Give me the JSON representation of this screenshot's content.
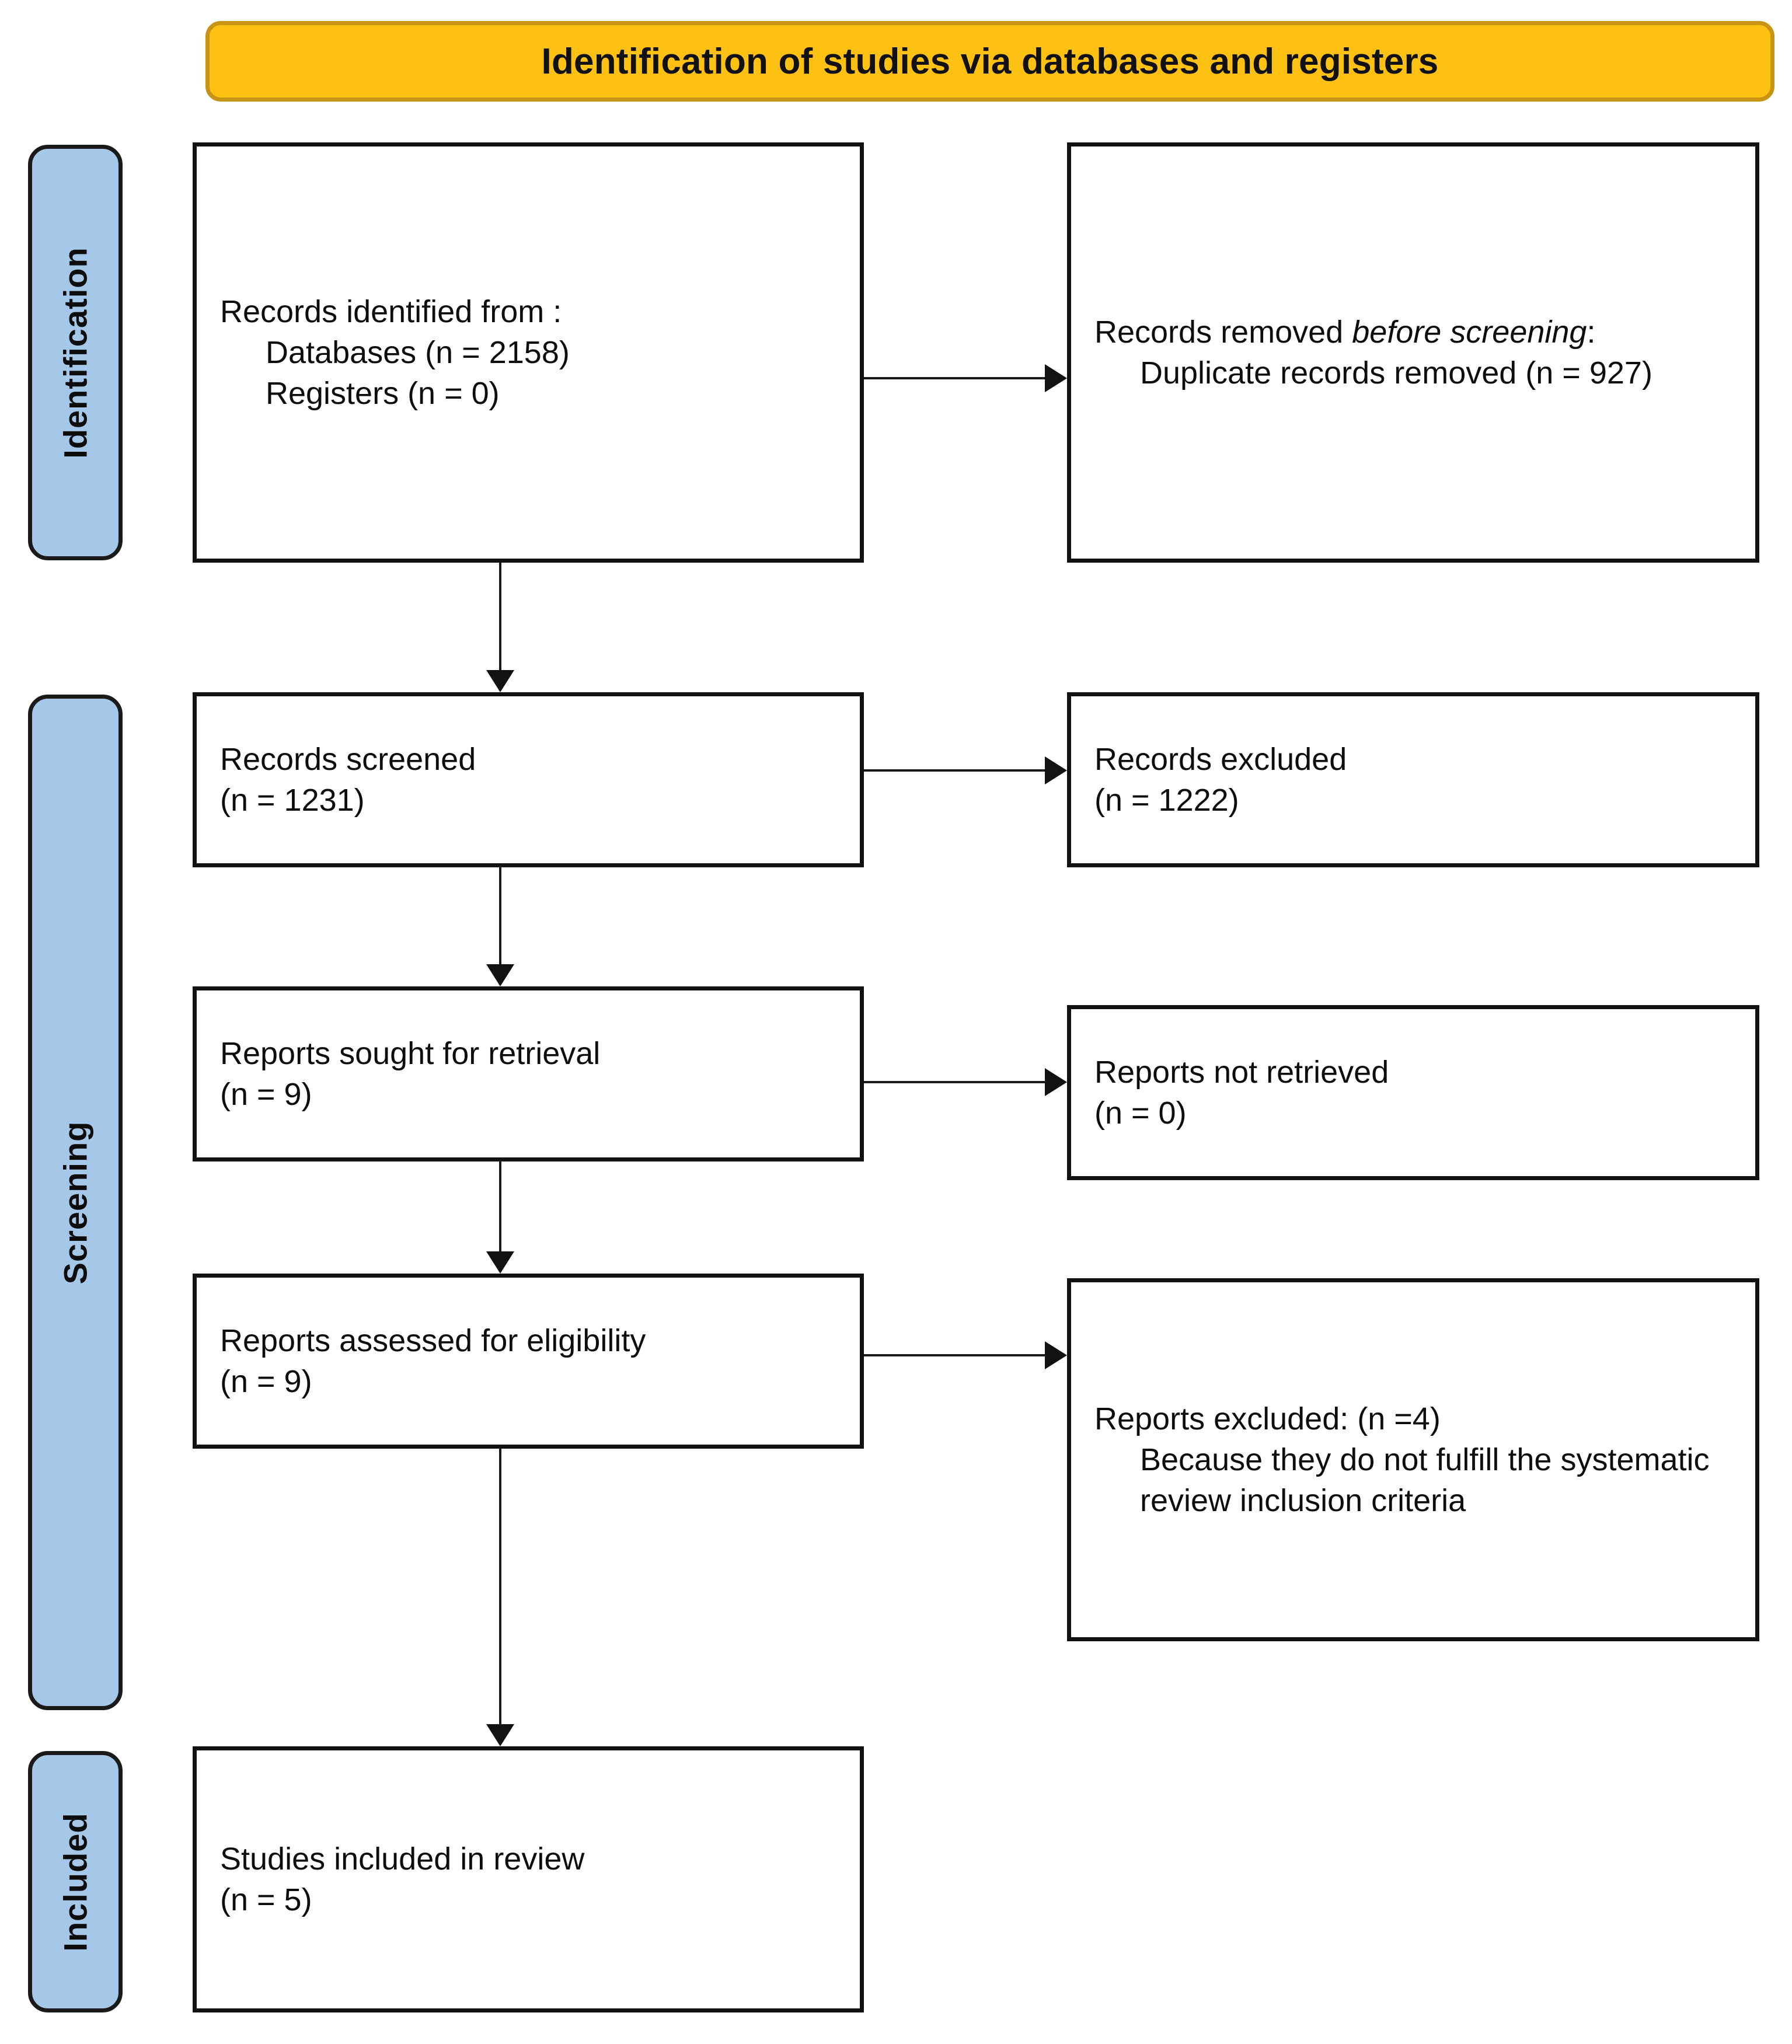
{
  "header": {
    "title": "Identification of studies via databases and registers",
    "background_color": "#FDC114",
    "border_color": "#C79414"
  },
  "stages": {
    "identification": "Identification",
    "screening": "Screening",
    "included": "Included",
    "background_color": "#A6C8E8",
    "border_color": "#1a1a1a"
  },
  "boxes": {
    "identified": {
      "line1": "Records identified from :",
      "line2": "Databases (n = 2158)",
      "line3": "Registers (n = 0)"
    },
    "removed": {
      "line1_prefix": "Records removed ",
      "line1_italic": "before screening",
      "line1_suffix": ":",
      "line2": "Duplicate records removed (n = 927)"
    },
    "screened": {
      "line1": "Records screened",
      "line2": "(n = 1231)"
    },
    "excluded_records": {
      "line1": "Records excluded",
      "line2": "(n = 1222)"
    },
    "sought": {
      "line1": "Reports sought for retrieval",
      "line2": "(n = 9)"
    },
    "not_retrieved": {
      "line1": "Reports not retrieved",
      "line2": "(n = 0)"
    },
    "assessed": {
      "line1": "Reports assessed for eligibility",
      "line2": "(n = 9)"
    },
    "excluded_reports": {
      "line1": "Reports excluded: (n =4)",
      "line2": "Because they do not fulfill the systematic review inclusion criteria"
    },
    "included": {
      "line1": "Studies included in review",
      "line2": "(n = 5)"
    }
  },
  "chart_data": {
    "type": "diagram",
    "title": "Identification of studies via databases and registers",
    "nodes": [
      {
        "id": "identified",
        "stage": "Identification",
        "label": "Records identified from : Databases (n = 2158); Registers (n = 0)",
        "databases": 2158,
        "registers": 0
      },
      {
        "id": "removed",
        "stage": "Identification",
        "label": "Records removed before screening: Duplicate records removed (n = 927)",
        "duplicates_removed": 927
      },
      {
        "id": "screened",
        "stage": "Screening",
        "label": "Records screened (n = 1231)",
        "n": 1231
      },
      {
        "id": "excluded_records",
        "stage": "Screening",
        "label": "Records excluded (n = 1222)",
        "n": 1222
      },
      {
        "id": "sought",
        "stage": "Screening",
        "label": "Reports sought for retrieval (n = 9)",
        "n": 9
      },
      {
        "id": "not_retrieved",
        "stage": "Screening",
        "label": "Reports not retrieved (n = 0)",
        "n": 0
      },
      {
        "id": "assessed",
        "stage": "Screening",
        "label": "Reports assessed for eligibility (n = 9)",
        "n": 9
      },
      {
        "id": "excluded_reports",
        "stage": "Screening",
        "label": "Reports excluded: (n =4) Because they do not fulfill the systematic review inclusion criteria",
        "n": 4
      },
      {
        "id": "included",
        "stage": "Included",
        "label": "Studies included in review (n = 5)",
        "n": 5
      }
    ],
    "edges": [
      {
        "from": "identified",
        "to": "removed",
        "direction": "right"
      },
      {
        "from": "identified",
        "to": "screened",
        "direction": "down"
      },
      {
        "from": "screened",
        "to": "excluded_records",
        "direction": "right"
      },
      {
        "from": "screened",
        "to": "sought",
        "direction": "down"
      },
      {
        "from": "sought",
        "to": "not_retrieved",
        "direction": "right"
      },
      {
        "from": "sought",
        "to": "assessed",
        "direction": "down"
      },
      {
        "from": "assessed",
        "to": "excluded_reports",
        "direction": "right"
      },
      {
        "from": "assessed",
        "to": "included",
        "direction": "down"
      }
    ]
  }
}
